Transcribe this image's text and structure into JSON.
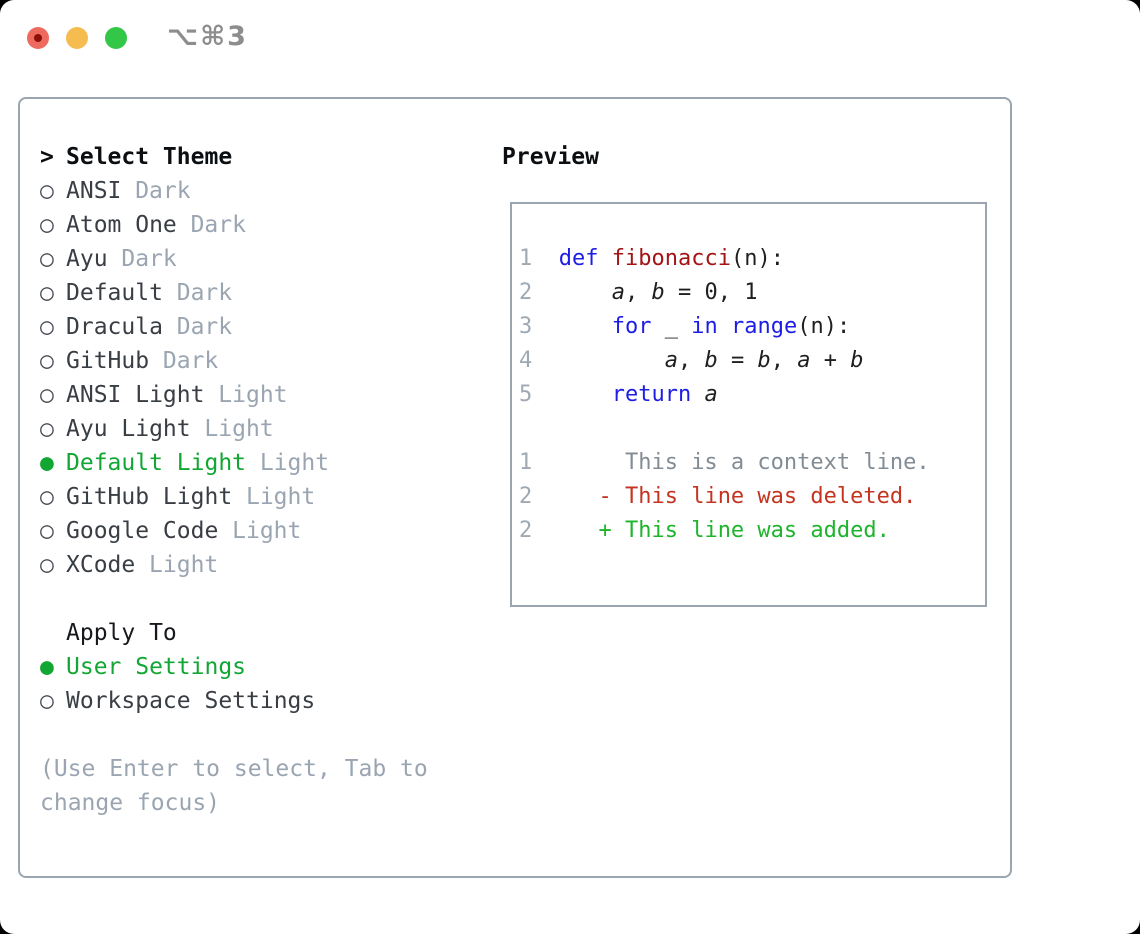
{
  "window": {
    "title": "⌥⌘3",
    "traffic_lights": {
      "close_color": "#ee6a5f",
      "minimize_color": "#f5bd4f",
      "zoom_color": "#33c748"
    }
  },
  "glyphs": {
    "selected_marker": "●",
    "unselected_marker": "○"
  },
  "colors": {
    "frame_border": "#9aa5b0",
    "selection_green": "#12a633",
    "muted_gray": "#9aa5b1",
    "keyword_blue": "#1d1de6",
    "function_red": "#a31414",
    "diff_deleted_red": "#c43420",
    "diff_added_green": "#1eb42c"
  },
  "theme_picker": {
    "prompt": ">",
    "title": "Select Theme",
    "items": [
      {
        "name": "ANSI",
        "variant": "Dark",
        "selected": false
      },
      {
        "name": "Atom One",
        "variant": "Dark",
        "selected": false
      },
      {
        "name": "Ayu",
        "variant": "Dark",
        "selected": false
      },
      {
        "name": "Default",
        "variant": "Dark",
        "selected": false
      },
      {
        "name": "Dracula",
        "variant": "Dark",
        "selected": false
      },
      {
        "name": "GitHub",
        "variant": "Dark",
        "selected": false
      },
      {
        "name": "ANSI Light",
        "variant": "Light",
        "selected": false
      },
      {
        "name": "Ayu Light",
        "variant": "Light",
        "selected": false
      },
      {
        "name": "Default Light",
        "variant": "Light",
        "selected": true
      },
      {
        "name": "GitHub Light",
        "variant": "Light",
        "selected": false
      },
      {
        "name": "Google Code",
        "variant": "Light",
        "selected": false
      },
      {
        "name": "XCode",
        "variant": "Light",
        "selected": false
      }
    ],
    "apply_to": {
      "title": "Apply To",
      "options": [
        {
          "label": "User Settings",
          "selected": true
        },
        {
          "label": "Workspace Settings",
          "selected": false
        }
      ]
    },
    "hint": "(Use Enter to select, Tab to change focus)"
  },
  "preview": {
    "title": "Preview",
    "lines": [
      {
        "tokens": [
          {
            "t": "1",
            "c": "num"
          },
          {
            "t": "  ",
            "c": "pln"
          },
          {
            "t": "def",
            "c": "kw"
          },
          {
            "t": " ",
            "c": "pln"
          },
          {
            "t": "fibonacci",
            "c": "fn"
          },
          {
            "t": "(n):",
            "c": "pln"
          }
        ]
      },
      {
        "tokens": [
          {
            "t": "2",
            "c": "num"
          },
          {
            "t": "      ",
            "c": "pln"
          },
          {
            "t": "a",
            "c": "var"
          },
          {
            "t": ", ",
            "c": "pln"
          },
          {
            "t": "b",
            "c": "var"
          },
          {
            "t": " = 0, 1",
            "c": "pln"
          }
        ]
      },
      {
        "tokens": [
          {
            "t": "3",
            "c": "num"
          },
          {
            "t": "      ",
            "c": "pln"
          },
          {
            "t": "for",
            "c": "kw"
          },
          {
            "t": " _ ",
            "c": "pln"
          },
          {
            "t": "in",
            "c": "kw"
          },
          {
            "t": " ",
            "c": "pln"
          },
          {
            "t": "range",
            "c": "kw"
          },
          {
            "t": "(n):",
            "c": "pln"
          }
        ]
      },
      {
        "tokens": [
          {
            "t": "4",
            "c": "num"
          },
          {
            "t": "          ",
            "c": "pln"
          },
          {
            "t": "a",
            "c": "var"
          },
          {
            "t": ", ",
            "c": "pln"
          },
          {
            "t": "b",
            "c": "var"
          },
          {
            "t": " = ",
            "c": "pln"
          },
          {
            "t": "b",
            "c": "var"
          },
          {
            "t": ", ",
            "c": "pln"
          },
          {
            "t": "a",
            "c": "var"
          },
          {
            "t": " + ",
            "c": "pln"
          },
          {
            "t": "b",
            "c": "var"
          }
        ]
      },
      {
        "tokens": [
          {
            "t": "5",
            "c": "num"
          },
          {
            "t": "      ",
            "c": "pln"
          },
          {
            "t": "return",
            "c": "kw"
          },
          {
            "t": " ",
            "c": "pln"
          },
          {
            "t": "a",
            "c": "var"
          }
        ]
      },
      {
        "tokens": []
      },
      {
        "tokens": [
          {
            "t": "1",
            "c": "num"
          },
          {
            "t": "       This is a context line.",
            "c": "ctx"
          }
        ]
      },
      {
        "tokens": [
          {
            "t": "2",
            "c": "num"
          },
          {
            "t": "     ",
            "c": "pln"
          },
          {
            "t": "- This line was deleted.",
            "c": "del"
          }
        ]
      },
      {
        "tokens": [
          {
            "t": "2",
            "c": "num"
          },
          {
            "t": "     ",
            "c": "pln"
          },
          {
            "t": "+ This line was added.",
            "c": "add"
          }
        ]
      }
    ]
  }
}
